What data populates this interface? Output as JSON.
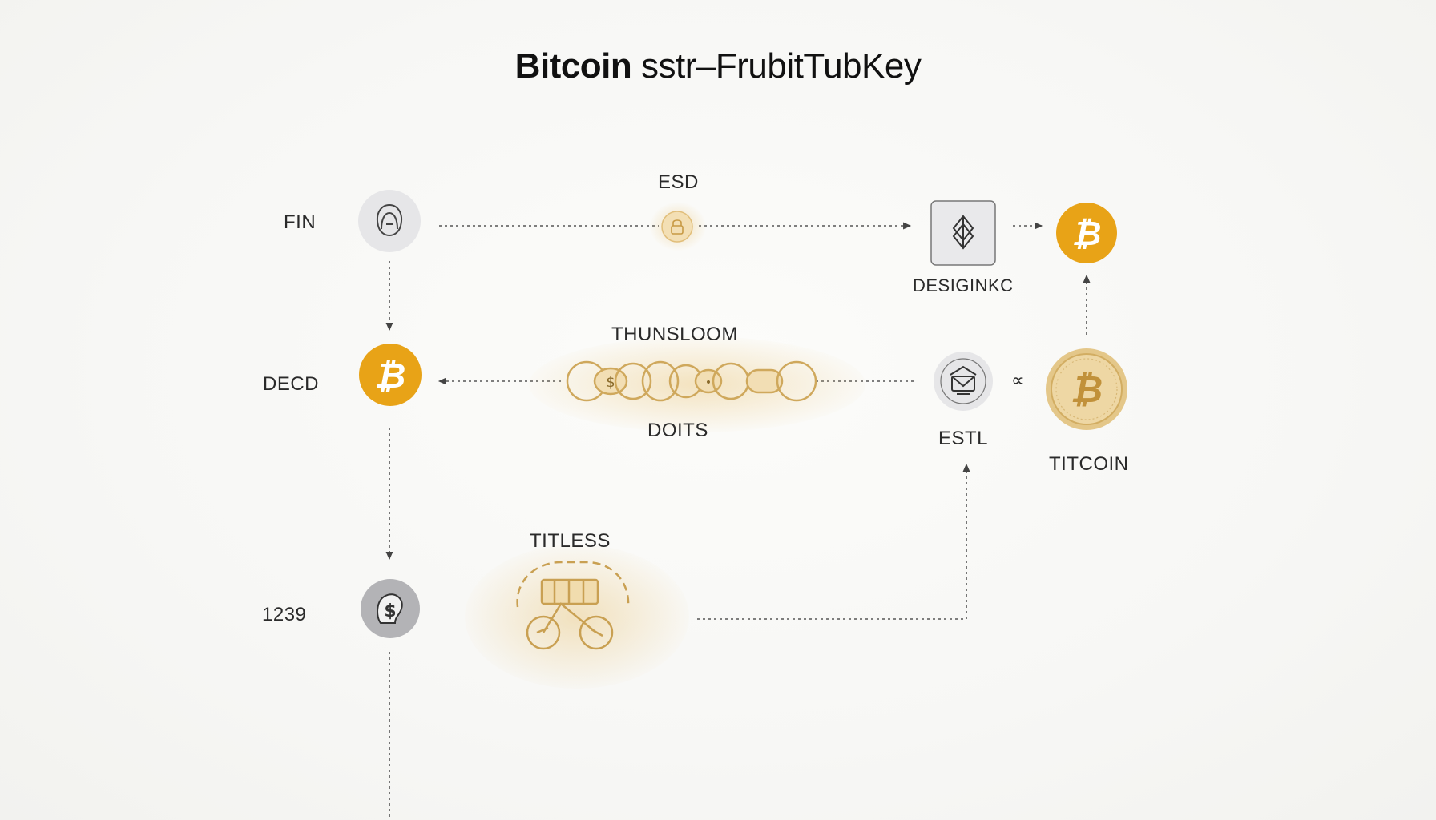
{
  "title": {
    "bold_part": "Bitcoin",
    "rest": " sstr–FrubitTubKey"
  },
  "labels": {
    "fin": "FIN",
    "esd": "ESD",
    "designkc": "DESIGINKC",
    "decd": "DECD",
    "thunsloom": "THUNSLOOM",
    "doits": "DOITS",
    "estl": "ESTL",
    "titcoin": "TITCOIN",
    "titless": "TITLESS",
    "num": "1239",
    "alpha": "∝"
  },
  "colors": {
    "bitcoin_orange": "#e8a317",
    "gold_light": "#e9cf9a",
    "gray_circle": "#e6e6e8",
    "dotted_line": "#555555"
  },
  "icons": {
    "fin_node": "person-outline-icon",
    "esd_node": "lock-coin-icon",
    "designkc_node": "diamond-pattern-icon",
    "top_right_node": "bitcoin-icon",
    "decd_node": "bitcoin-icon",
    "thunsloom_node": "chain-links-icon",
    "estl_node": "crypto-badge-icon",
    "titcoin_node": "gold-bitcoin-coin-icon",
    "titless_node": "bike-cart-icon",
    "num_node": "brain-dollar-icon"
  }
}
